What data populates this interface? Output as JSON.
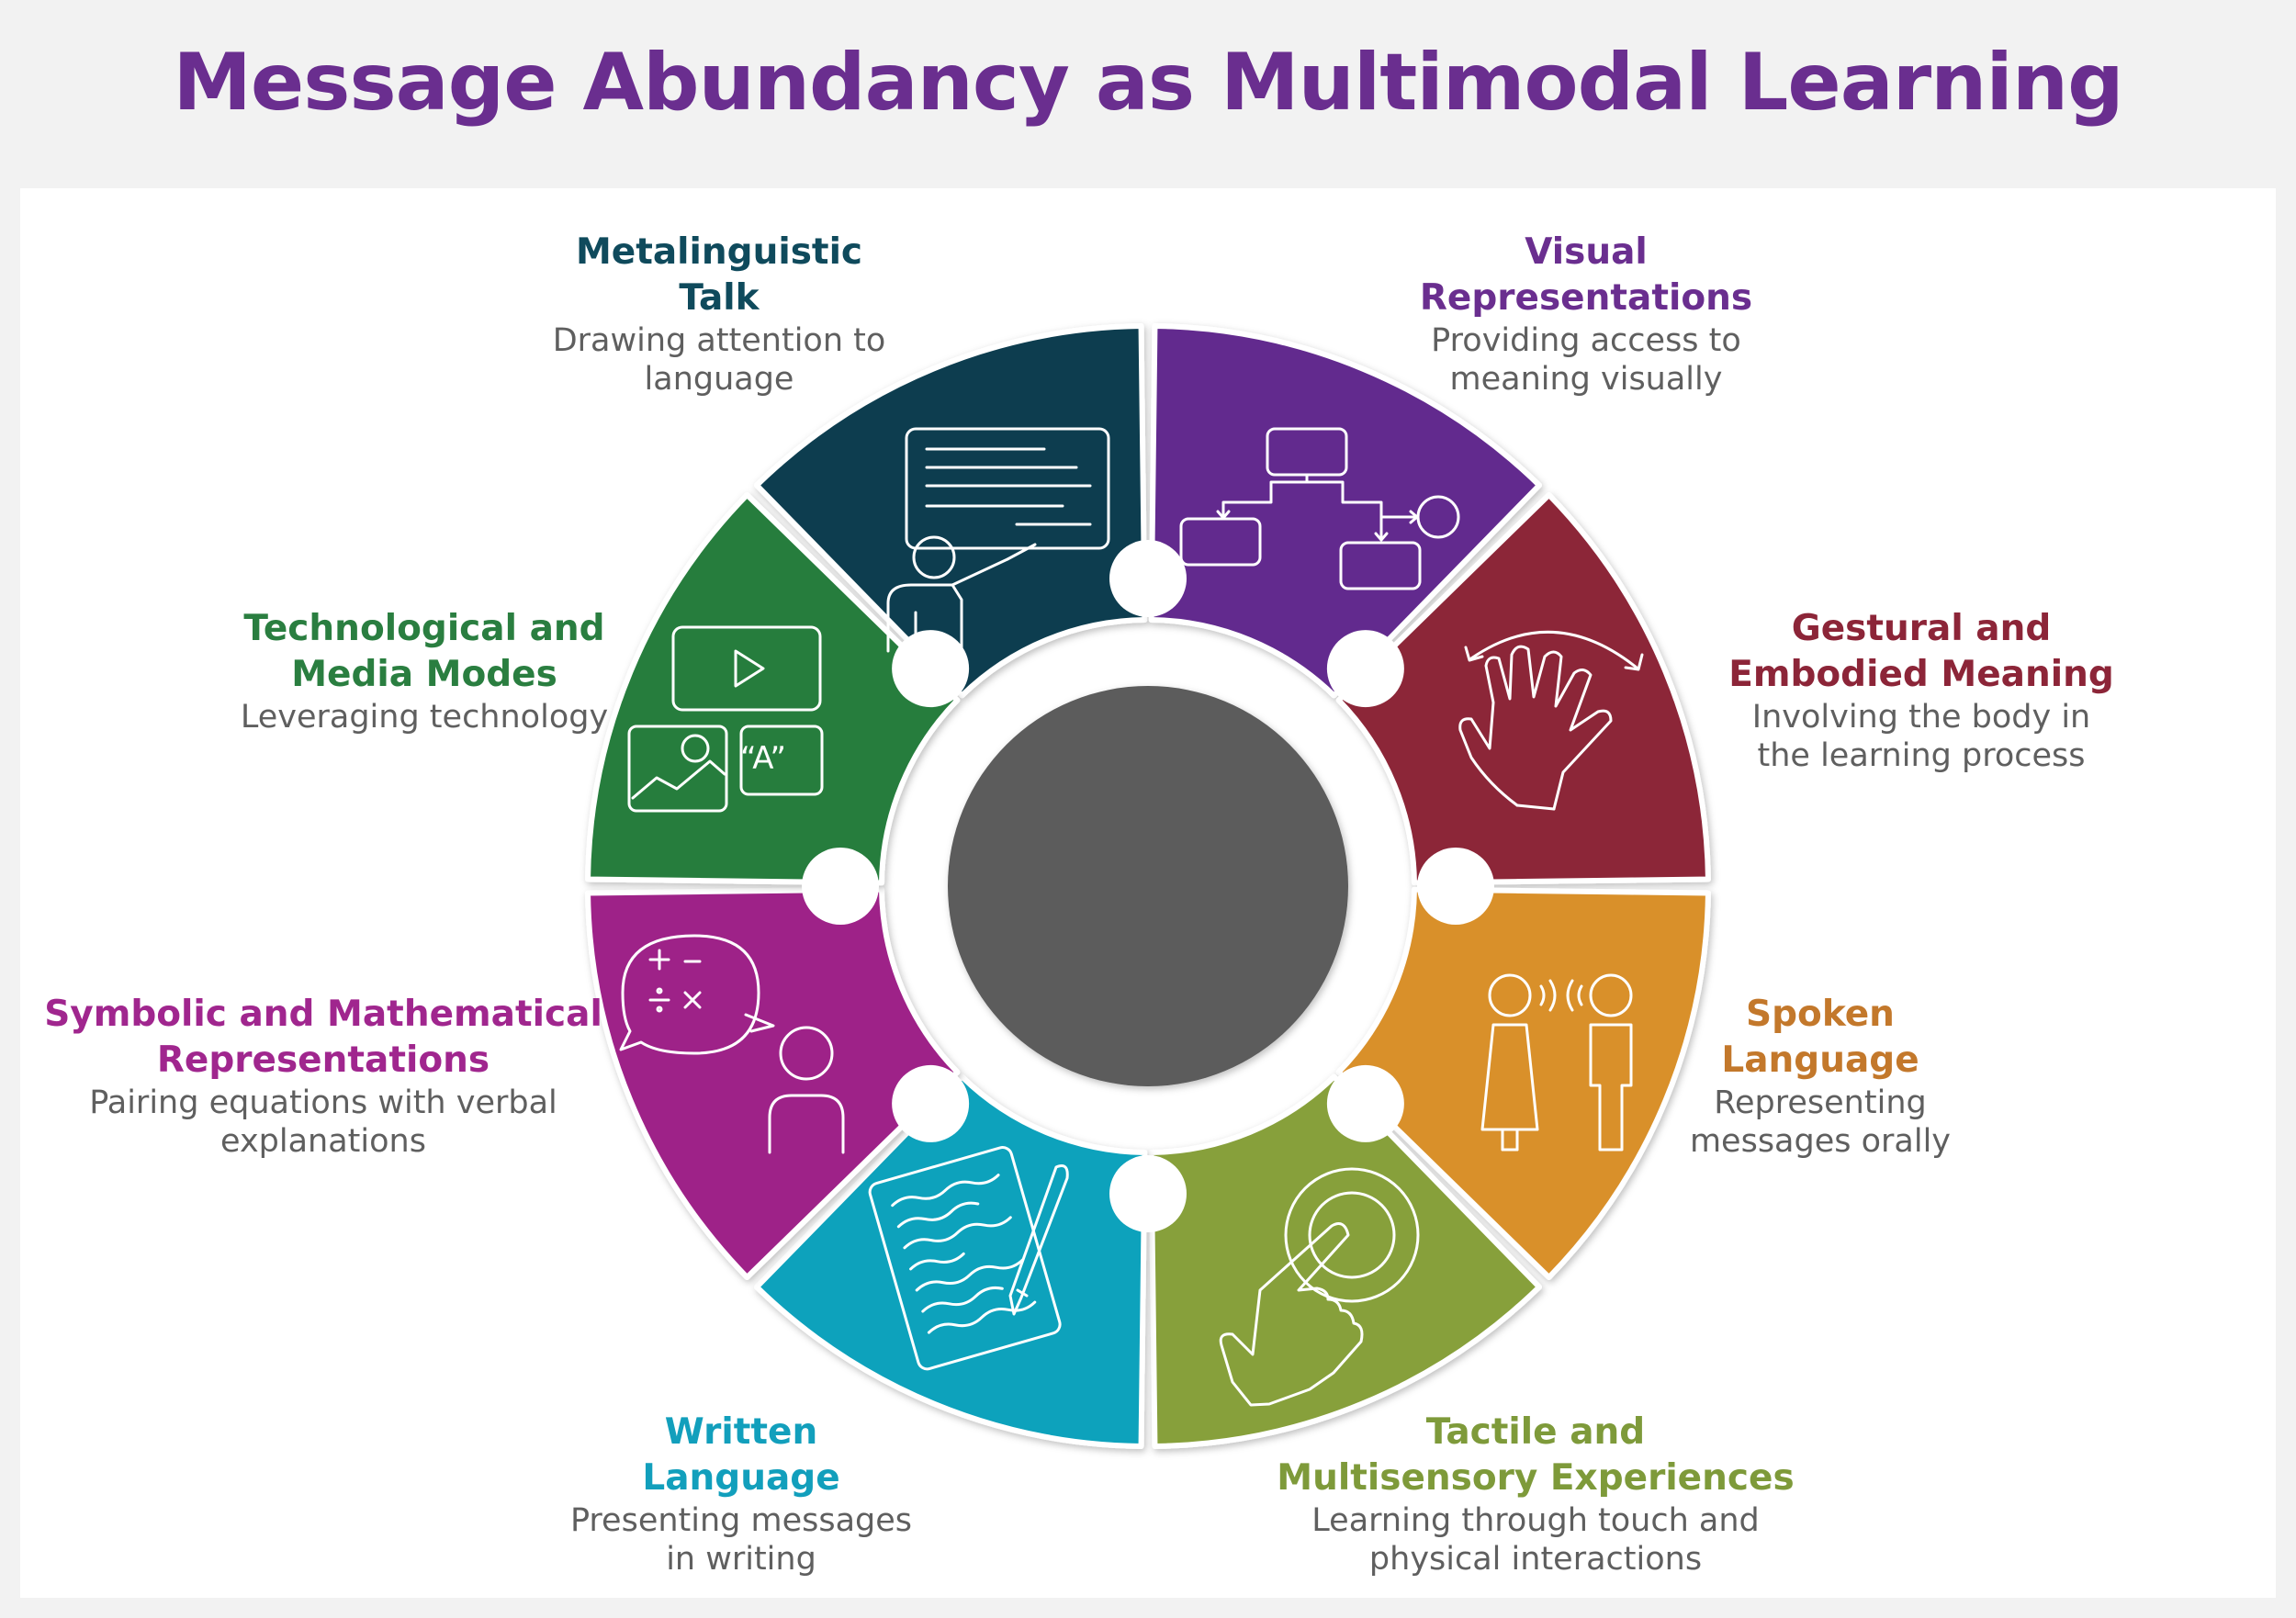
{
  "title": "Message Abundancy as Multimodal Learning",
  "segments": [
    {
      "title_lines": [
        "Metalinguistic",
        "Talk"
      ],
      "desc_lines": [
        "Drawing attention to",
        "language"
      ],
      "color": "#0c3e4f",
      "icon": "teacher-board-icon"
    },
    {
      "title_lines": [
        "Visual",
        "Representations"
      ],
      "desc_lines": [
        "Providing access to",
        "meaning visually"
      ],
      "color": "#622b8e",
      "icon": "flowchart-icon"
    },
    {
      "title_lines": [
        "Gestural and",
        "Embodied Meaning"
      ],
      "desc_lines": [
        "Involving the body in",
        "the learning process"
      ],
      "color": "#8c2538",
      "icon": "waving-hand-icon"
    },
    {
      "title_lines": [
        "Spoken",
        "Language"
      ],
      "desc_lines": [
        "Representing",
        "messages orally"
      ],
      "color": "#d9902a",
      "icon": "two-people-speaking-icon"
    },
    {
      "title_lines": [
        "Tactile and",
        "Multisensory Experiences"
      ],
      "desc_lines": [
        "Learning through touch and",
        "physical interactions"
      ],
      "color": "#87a03a",
      "icon": "touch-hand-icon"
    },
    {
      "title_lines": [
        "Written",
        "Language"
      ],
      "desc_lines": [
        "Presenting messages",
        "in writing"
      ],
      "color": "#0aa2bc",
      "icon": "writing-paper-icon"
    },
    {
      "title_lines": [
        "Symbolic and Mathematical",
        "Representations"
      ],
      "desc_lines": [
        "Pairing equations with verbal",
        "explanations"
      ],
      "color": "#9e2388",
      "icon": "math-speech-icon"
    },
    {
      "title_lines": [
        "Technological and",
        "Media Modes"
      ],
      "desc_lines": [
        "Leveraging technology"
      ],
      "color": "#277d3d",
      "icon": "media-icon"
    }
  ],
  "icon_text": {
    "quote": "“A”"
  },
  "center_color": "#5b5b5b"
}
